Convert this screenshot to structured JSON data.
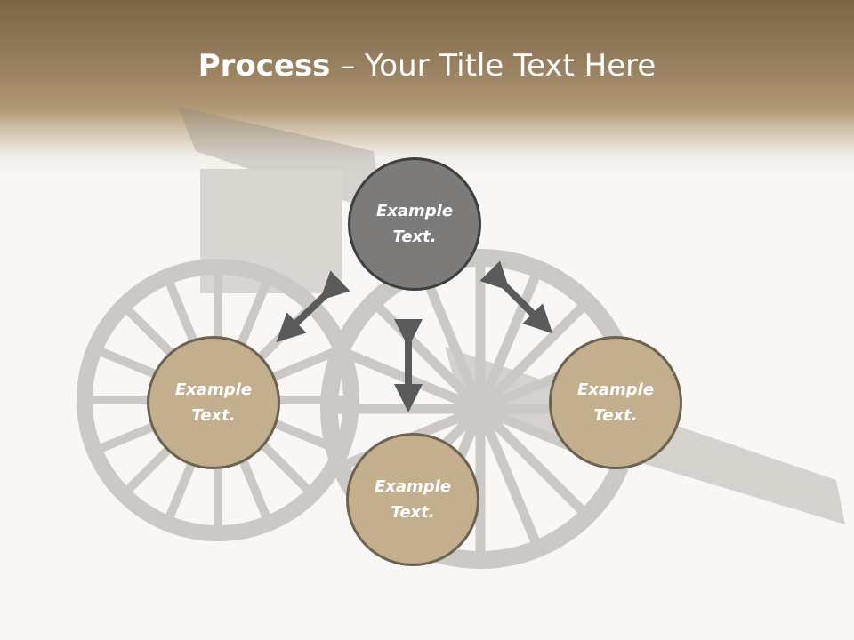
{
  "slide": {
    "title_bold": "Process",
    "title_rest": " – Your Title Text Here"
  },
  "nodes": {
    "top": {
      "line1": "Example",
      "line2": "Text."
    },
    "left": {
      "line1": "Example",
      "line2": "Text."
    },
    "bottom": {
      "line1": "Example",
      "line2": "Text."
    },
    "right": {
      "line1": "Example",
      "line2": "Text."
    }
  },
  "colors": {
    "center_fill": "#7d7b79",
    "side_fill": "#c3af8e",
    "arrow": "#5a5a5a",
    "header": "#9a8262"
  }
}
